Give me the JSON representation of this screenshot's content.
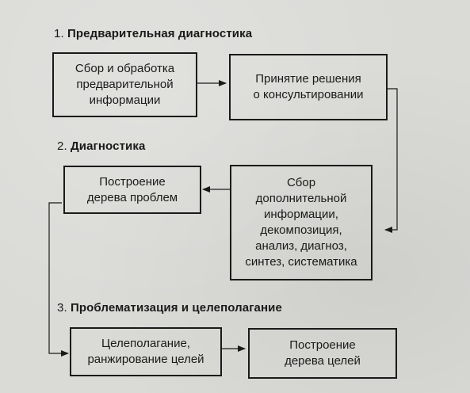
{
  "sections": [
    {
      "number": "1.",
      "title": "Предварительная диагностика"
    },
    {
      "number": "2.",
      "title": "Диагностика"
    },
    {
      "number": "3.",
      "title": "Проблематизация и целеполагание"
    }
  ],
  "boxes": {
    "collect_info": [
      "Сбор и обработка",
      "предварительной",
      "информации"
    ],
    "consult_decision": [
      "Принятие решения",
      "о консультировании"
    ],
    "problem_tree": [
      "Построение",
      "дерева проблем"
    ],
    "additional_info": [
      "Сбор",
      "дополнительной",
      "информации,",
      "декомпозиция,",
      "анализ, диагноз,",
      "синтез, систематика"
    ],
    "goal_setting": [
      "Целеполагание,",
      "ранжирование целей"
    ],
    "goal_tree": [
      "Построение",
      "дерева целей"
    ]
  },
  "colors": {
    "ink": "#1a1a1a",
    "paper": "#dadad7"
  },
  "icons": [
    "arrow-right-icon",
    "arrow-left-icon"
  ]
}
